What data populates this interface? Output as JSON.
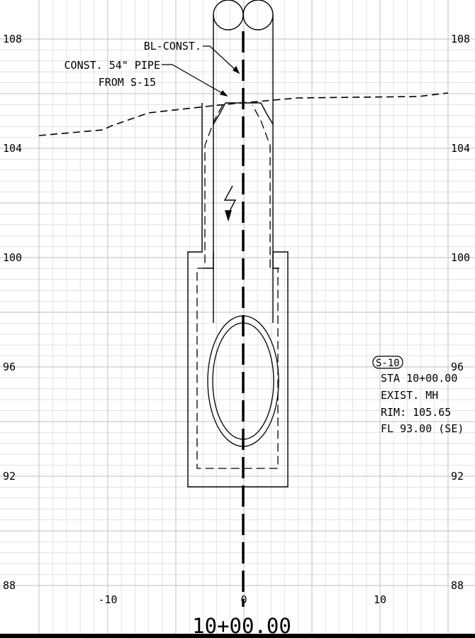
{
  "y_axis": {
    "labels_left": [
      "108",
      "104",
      "100",
      "96",
      "92",
      "88"
    ],
    "labels_right": [
      "108",
      "104",
      "100",
      "96",
      "92",
      "88"
    ]
  },
  "x_axis": {
    "labels": [
      "-10",
      "0",
      "10"
    ]
  },
  "station_label": "10+00.00",
  "callouts": {
    "baseline": "BL-CONST.",
    "pipe_line1": "CONST. 54\" PIPE",
    "pipe_line2": "FROM S-15"
  },
  "structure_info": {
    "id": "S-10",
    "station": "STA 10+00.00",
    "type": "EXIST. MH",
    "rim": "RIM: 105.65",
    "flowline": "FL 93.00 (SE)"
  }
}
